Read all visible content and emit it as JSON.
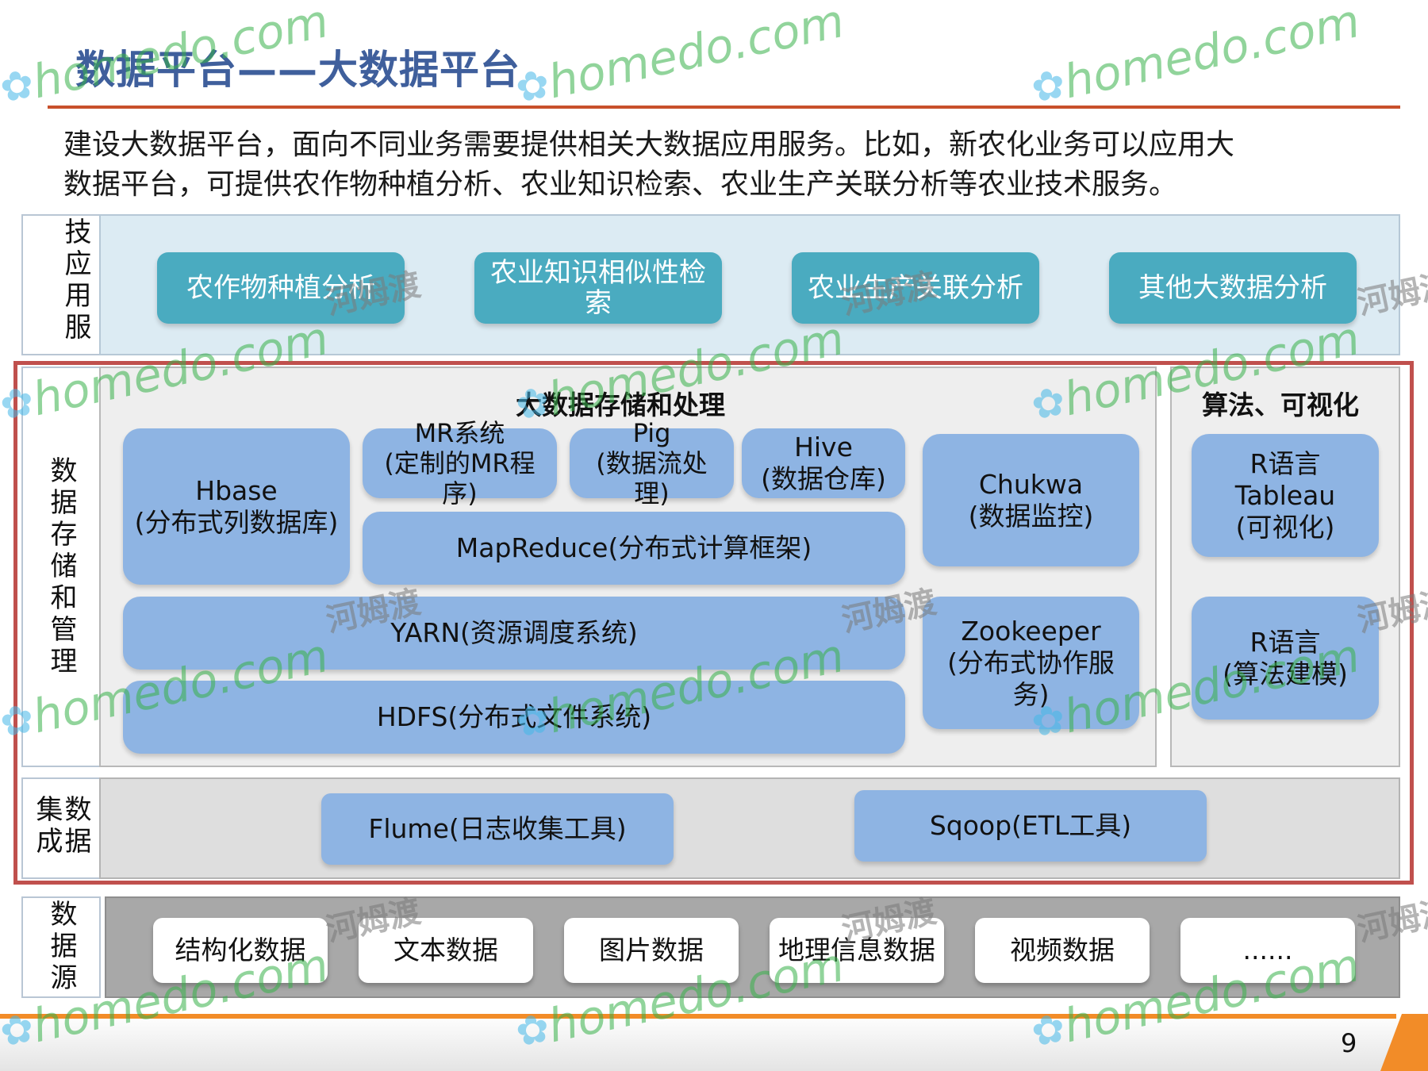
{
  "slide": {
    "title": "数据平台——大数据平台",
    "intro_line1": "建设大数据平台，面向不同业务需要提供相关大数据应用服务。比如，新农化业务可以应用大",
    "intro_line2": "数据平台，可提供农作物种植分析、农业知识检索、农业生产关联分析等农业技术服务。",
    "page_number": "9"
  },
  "layers": {
    "agri_service": {
      "label": "农技应用服务",
      "items": [
        "农作物种植分析",
        "农业知识相似性检索",
        "农业生产关联分析",
        "其他大数据分析"
      ]
    },
    "storage": {
      "label": "数据存储和管理",
      "main_title": "大数据存储和处理",
      "hbase": "Hbase\n(分布式列数据库)",
      "mr": "MR系统\n(定制的MR程序)",
      "pig": "Pig\n(数据流处理)",
      "hive": "Hive\n(数据仓库)",
      "mapreduce": "MapReduce(分布式计算框架)",
      "yarn": "YARN(资源调度系统)",
      "hdfs": "HDFS(分布式文件系统)",
      "chukwa": "Chukwa\n(数据监控)",
      "zookeeper": "Zookeeper\n(分布式协作服务)",
      "algo_title": "算法、可视化",
      "viz": "R语言\nTableau\n(可视化)",
      "modeling": "R语言\n(算法建模)"
    },
    "integration": {
      "label": "数据集成",
      "flume": "Flume(日志收集工具)",
      "sqoop": "Sqoop(ETL工具)"
    },
    "sources": {
      "label": "数据源",
      "items": [
        "结构化数据",
        "文本数据",
        "图片数据",
        "地理信息数据",
        "视频数据",
        "......"
      ]
    }
  },
  "watermark": {
    "text": "homedo.com",
    "cn": "河姆渡"
  },
  "colors": {
    "title": "#3f5f9c",
    "rule": "#c8502b",
    "teal": "#4aabc0",
    "blue_box": "#8eb4e3",
    "frame": "#c0504d",
    "accent": "#f28c28"
  }
}
